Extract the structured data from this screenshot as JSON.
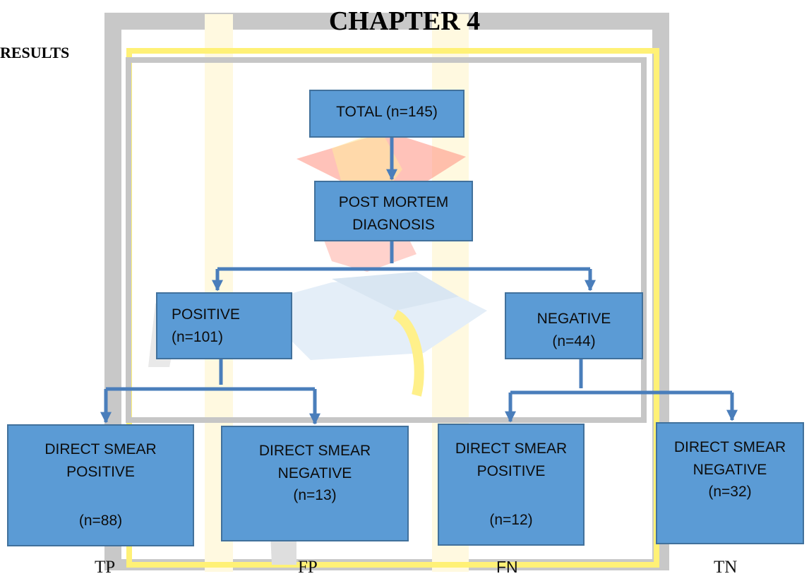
{
  "document": {
    "chapter_title": "CHAPTER 4",
    "section_title": "RESULTS"
  },
  "flowchart": {
    "total": {
      "line1": "TOTAL (n=145)"
    },
    "post_mortem": {
      "line1": "POST MORTEM",
      "line2": "DIAGNOSIS"
    },
    "positive": {
      "line1": "POSITIVE",
      "line2": "(n=101)"
    },
    "negative": {
      "line1": "NEGATIVE",
      "line2": "(n=44)"
    },
    "tp_box": {
      "line1": "DIRECT SMEAR",
      "line2": "POSITIVE",
      "count": "(n=88)"
    },
    "fp_box": {
      "line1": "DIRECT SMEAR",
      "line2": "NEGATIVE",
      "count": "(n=13)"
    },
    "fn_box": {
      "line1": "DIRECT SMEAR",
      "line2": "POSITIVE",
      "count": "(n=12)"
    },
    "tn_box": {
      "line1": "DIRECT SMEAR",
      "line2": "NEGATIVE",
      "count": "(n=32)"
    }
  },
  "labels": {
    "tp": "TP",
    "fp": "FP",
    "fn": "FN",
    "tn": "TN"
  },
  "colors": {
    "box_fill": "#5b9bd5",
    "box_border": "#41719c",
    "connector": "#4a7ebb"
  }
}
